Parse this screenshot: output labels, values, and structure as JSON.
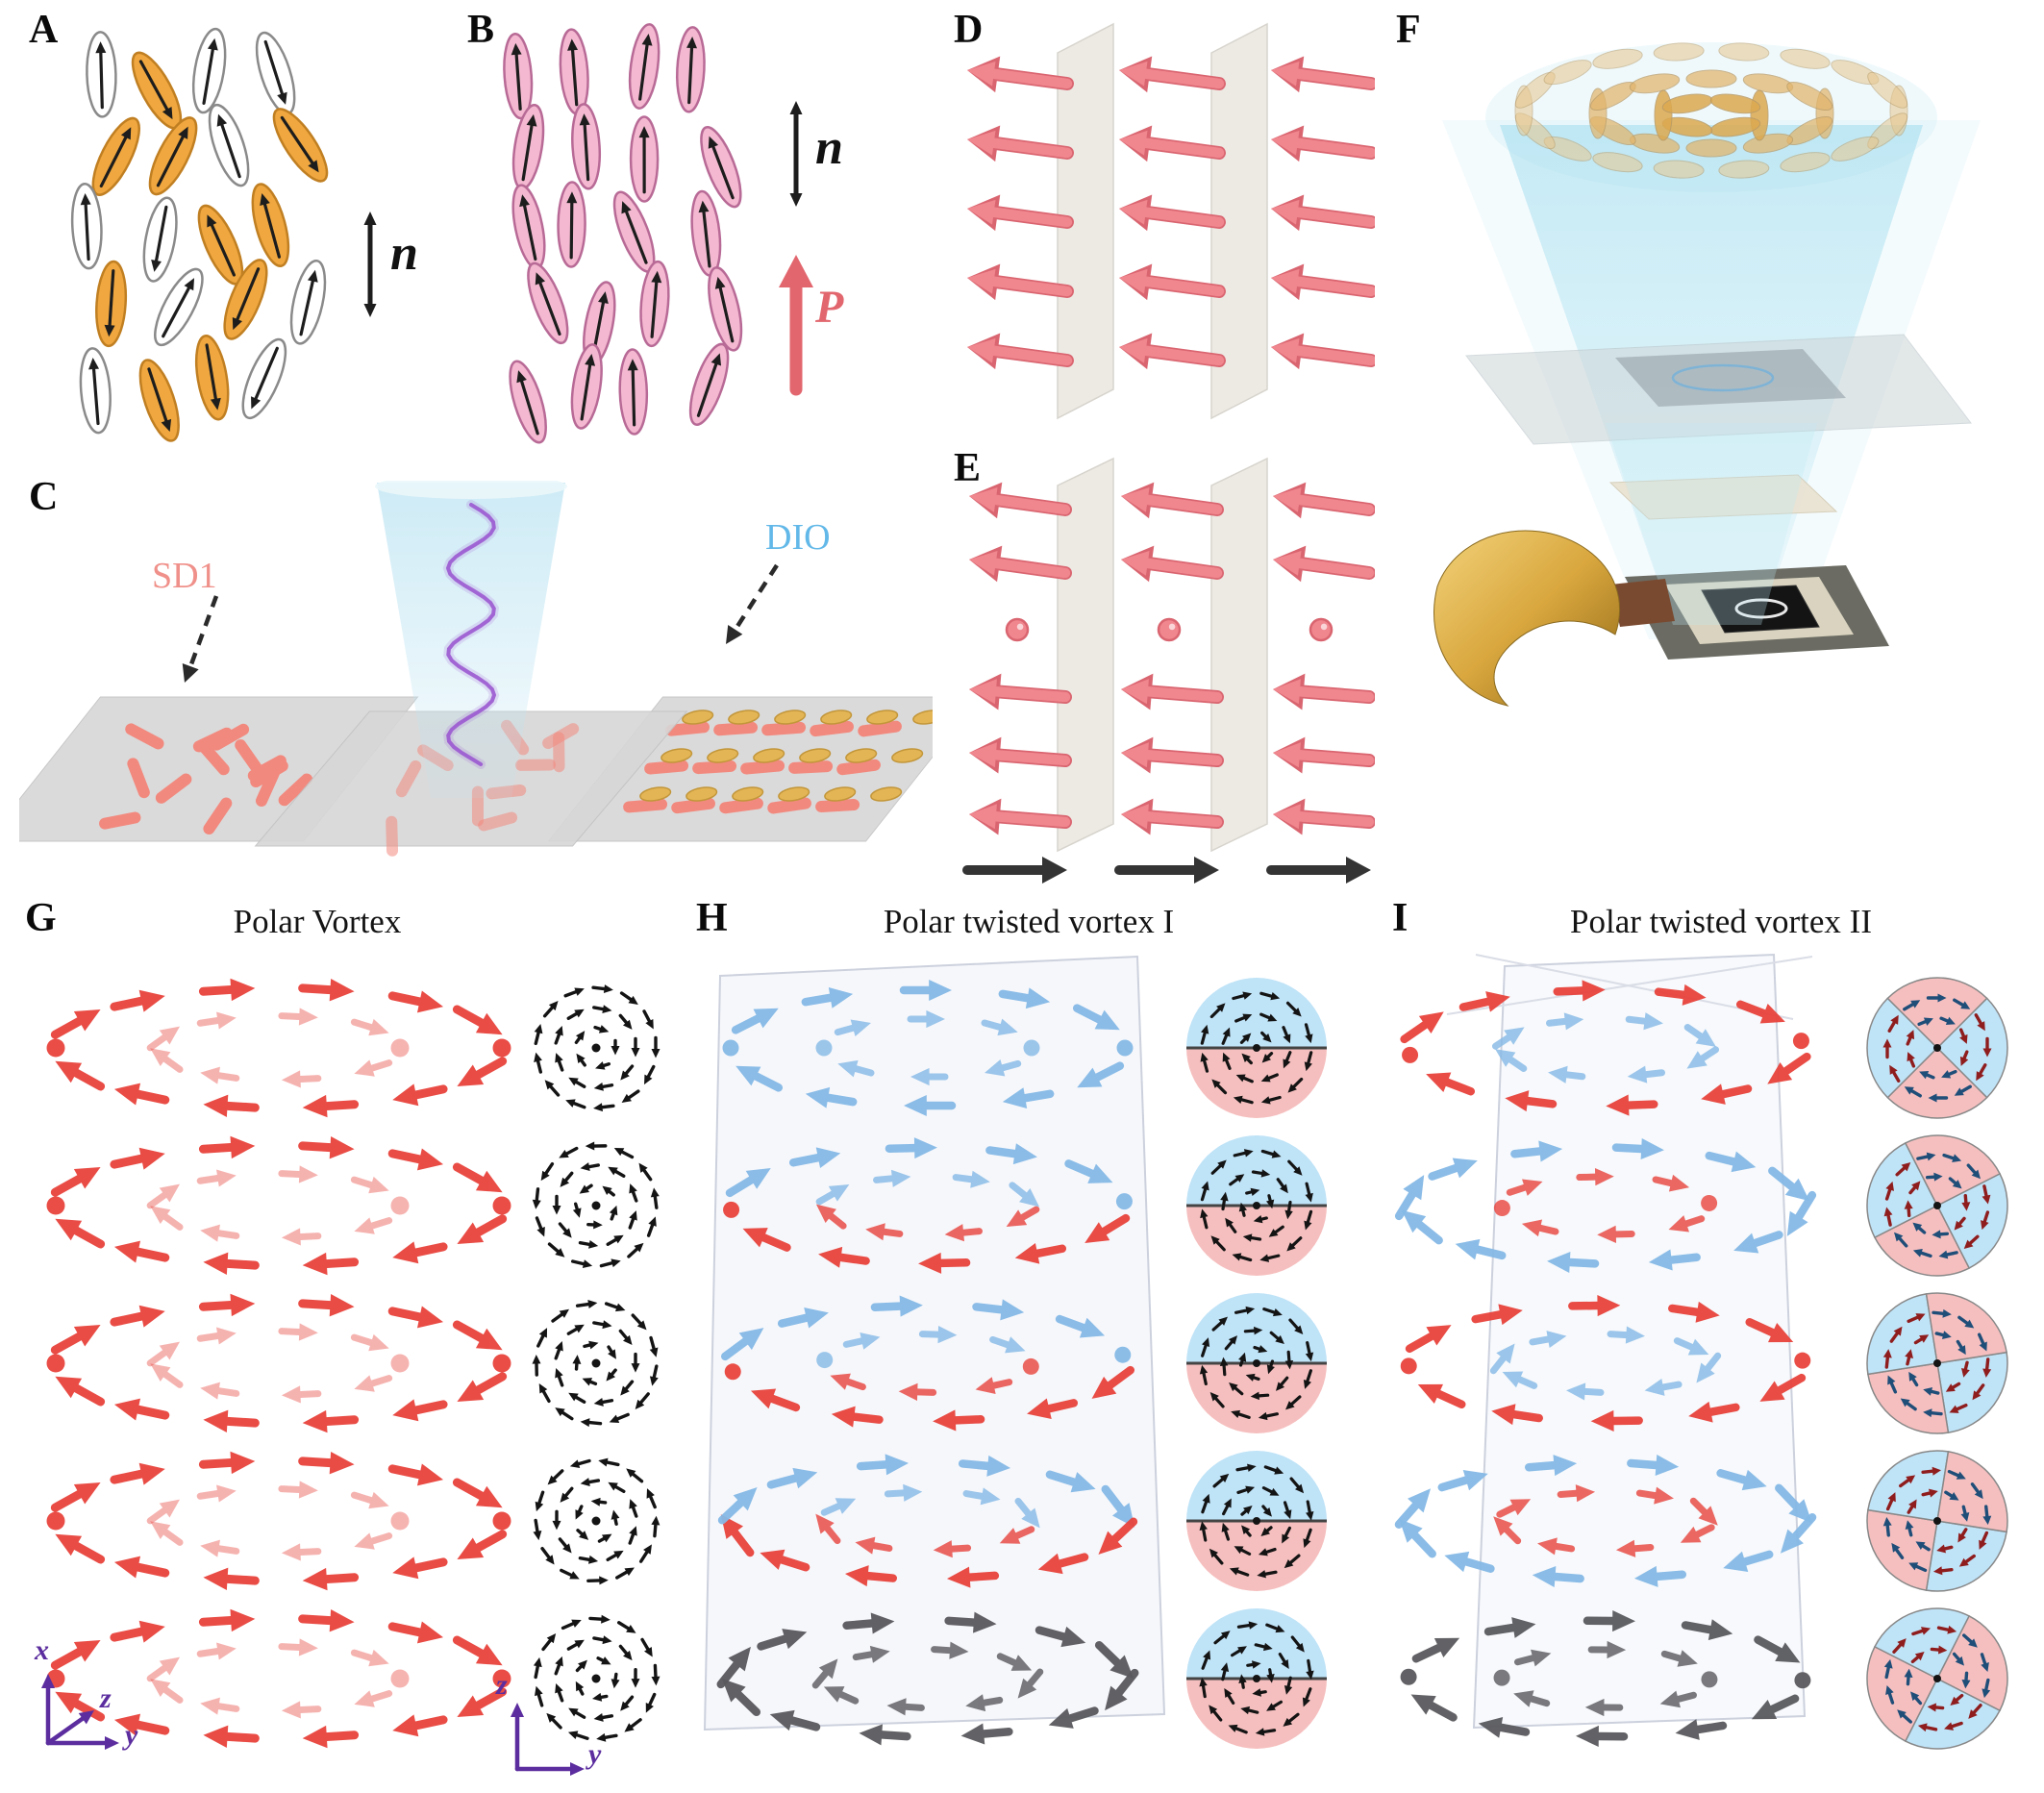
{
  "panels": {
    "a": {
      "label": "A",
      "director_label": "n"
    },
    "b": {
      "label": "B",
      "director_label": "n",
      "polarization_label": "P"
    },
    "c": {
      "label": "C",
      "sd1_label": "SD1",
      "dio_label": "DIO"
    },
    "d": {
      "label": "D"
    },
    "e": {
      "label": "E"
    },
    "f": {
      "label": "F"
    },
    "g": {
      "label": "G",
      "title": "Polar Vortex",
      "axes": {
        "x": "x",
        "y": "y",
        "z": "z"
      },
      "inset_axes": {
        "z": "z",
        "y": "y"
      }
    },
    "h": {
      "label": "H",
      "title": "Polar twisted vortex I"
    },
    "i": {
      "label": "I",
      "title": "Polar twisted vortex II"
    }
  },
  "colors": {
    "molecule_orange": "#F0A73F",
    "molecule_orange_stroke": "#C07F22",
    "molecule_white": "#FFFFFF",
    "molecule_white_stroke": "#8A8A8A",
    "molecule_pink": "#F4B9D0",
    "molecule_pink_stroke": "#B86A96",
    "rod_salmon": "#F2897E",
    "gold": "#E4B554",
    "gold_stroke": "#C2963A",
    "arrow_pink": "#F0868E",
    "arrow_pink_dark": "#D96570",
    "arrow_red": "#E8433C",
    "arrow_blue": "#85B9E6",
    "arrow_gray": "#5A5A5E",
    "arrow_black": "#141414",
    "inset_blue": "#BFE3F7",
    "inset_pink": "#F6BFBF",
    "inset_arrow_darkred": "#8F1D1D",
    "inset_arrow_darkblue": "#1F4E79",
    "axis_purple": "#5B2D9E",
    "label_red": "#E2666E",
    "label_blue": "#62B8E8",
    "label_salmon": "#F0908A",
    "cone_blue": "#BDE4F2",
    "plate_gray": "#D7D7D7",
    "helix_purple": "#9B59D0"
  }
}
